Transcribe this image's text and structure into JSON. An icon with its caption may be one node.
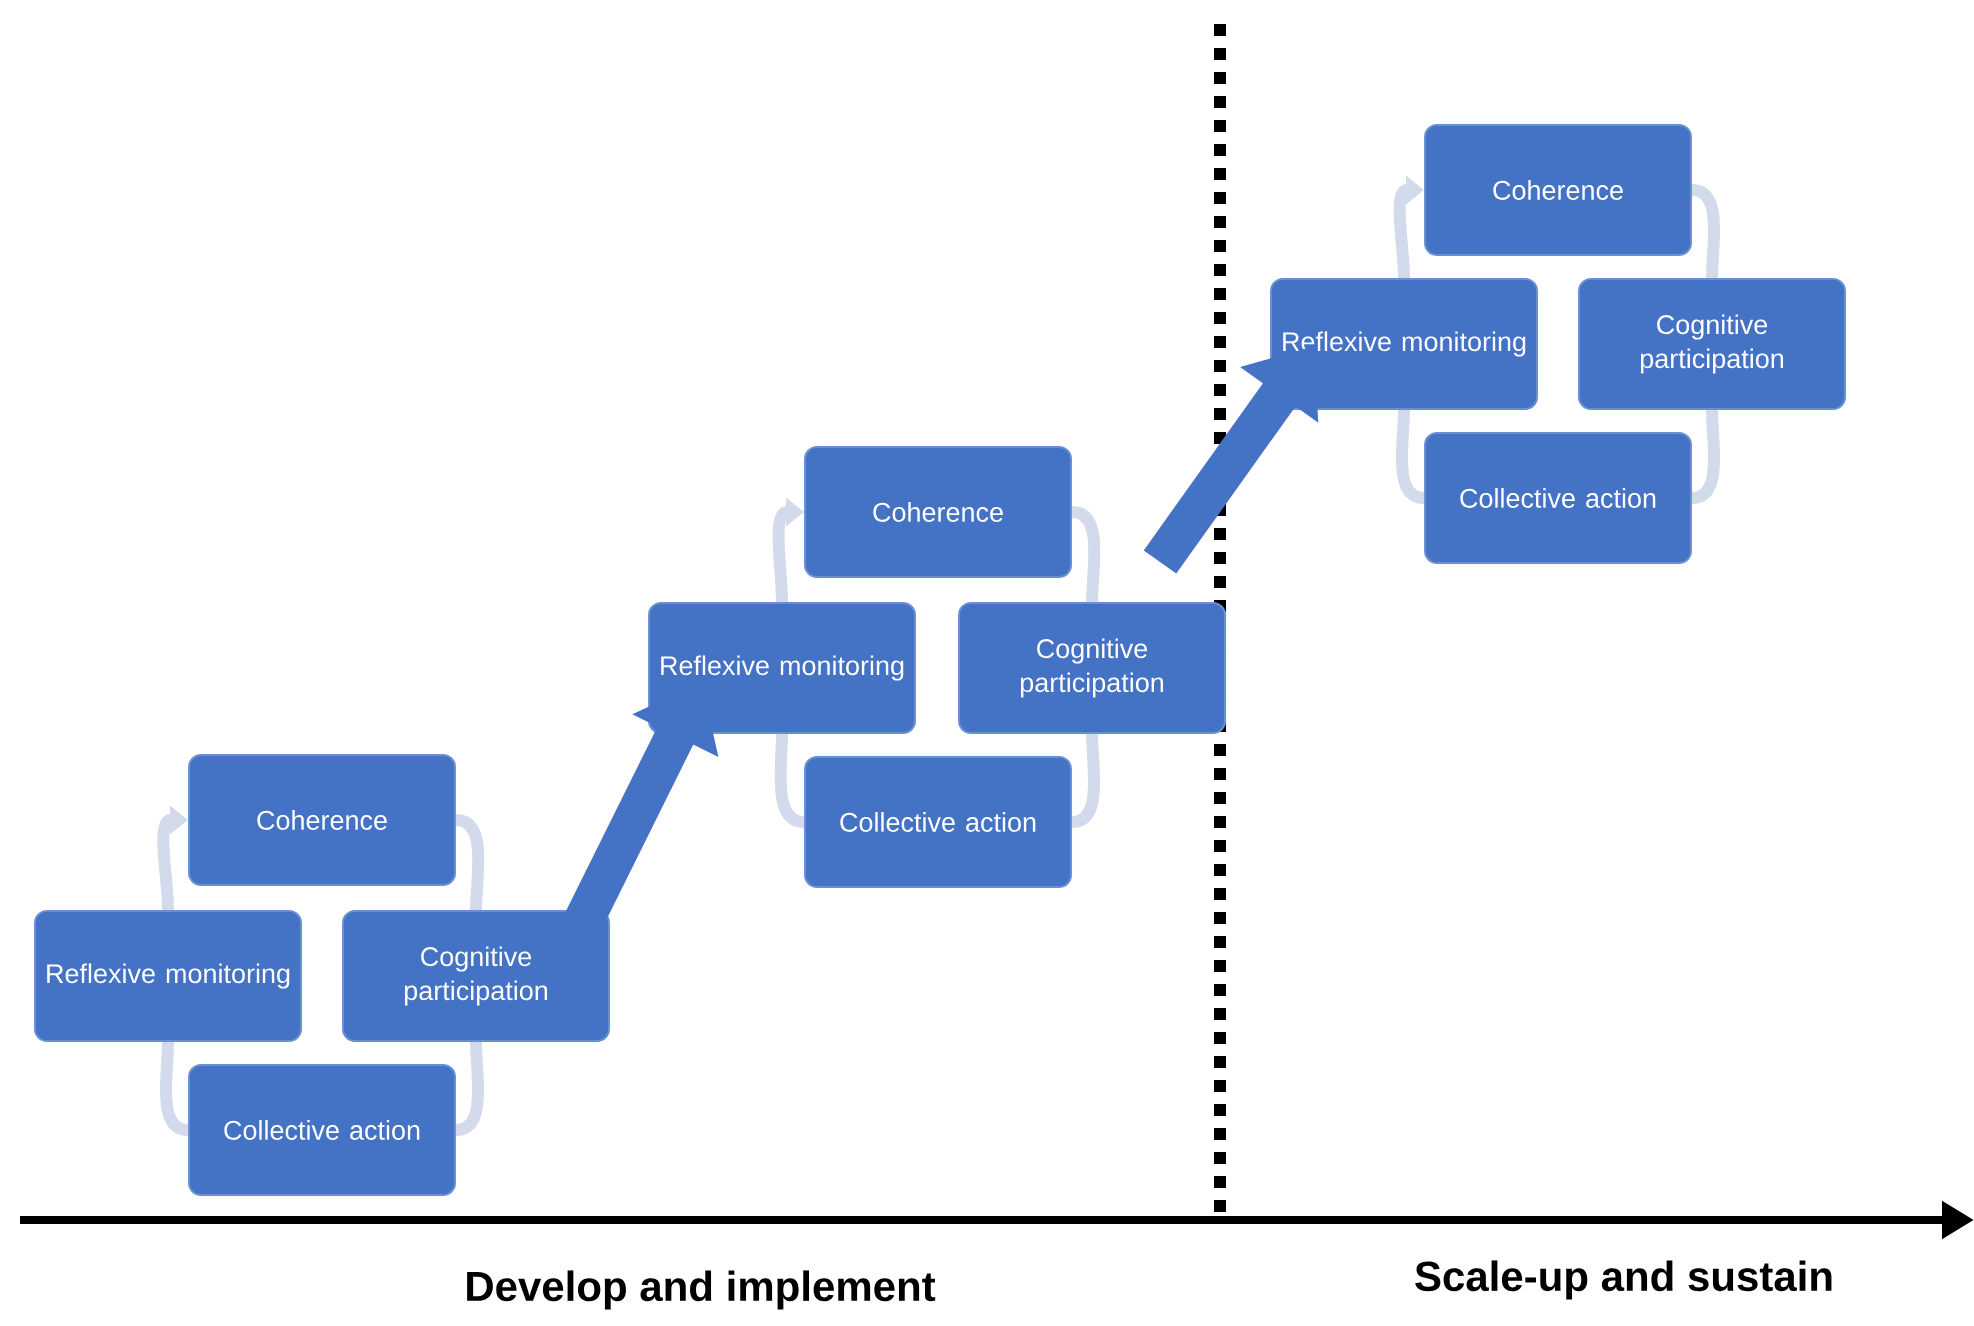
{
  "diagram": {
    "nodes": [
      {
        "text": [
          "Coherence"
        ]
      },
      {
        "text": [
          "Reflexive monitoring"
        ]
      },
      {
        "text": [
          "Cognitive participation"
        ]
      },
      {
        "text": [
          "Collective action"
        ]
      },
      {
        "text": [
          "Coherence"
        ]
      },
      {
        "text": [
          "Reflexive monitoring"
        ]
      },
      {
        "text": [
          "Cognitive participation"
        ]
      },
      {
        "text": [
          "Collective action"
        ]
      },
      {
        "text": [
          "Coherence"
        ]
      },
      {
        "text": [
          "Reflexive monitoring"
        ]
      },
      {
        "text": [
          "Cognitive participation"
        ]
      },
      {
        "text": [
          "Collective action"
        ]
      }
    ],
    "edges": [
      {
        "from": 1,
        "to": 0,
        "arrow": "to"
      },
      {
        "from": 0,
        "to": 2,
        "arrow": "none"
      },
      {
        "from": 2,
        "to": 3,
        "arrow": "none"
      },
      {
        "from": 3,
        "to": 1,
        "arrow": "none"
      },
      {
        "from": 5,
        "to": 4,
        "arrow": "to"
      },
      {
        "from": 4,
        "to": 6,
        "arrow": "none"
      },
      {
        "from": 6,
        "to": 7,
        "arrow": "none"
      },
      {
        "from": 7,
        "to": 5,
        "arrow": "none"
      },
      {
        "from": 9,
        "to": 8,
        "arrow": "to"
      },
      {
        "from": 8,
        "to": 10,
        "arrow": "none"
      },
      {
        "from": 10,
        "to": 11,
        "arrow": "none"
      },
      {
        "from": 11,
        "to": 9,
        "arrow": "none"
      },
      {
        "from": 2,
        "to": 5,
        "arrow": "to",
        "style": "thick",
        "color": "#4472c4"
      },
      {
        "from": 6,
        "to": 9,
        "arrow": "to",
        "style": "thick",
        "color": "#4472c4"
      }
    ],
    "labels": [
      "Develop and implement",
      "Scale-up and sustain"
    ]
  }
}
